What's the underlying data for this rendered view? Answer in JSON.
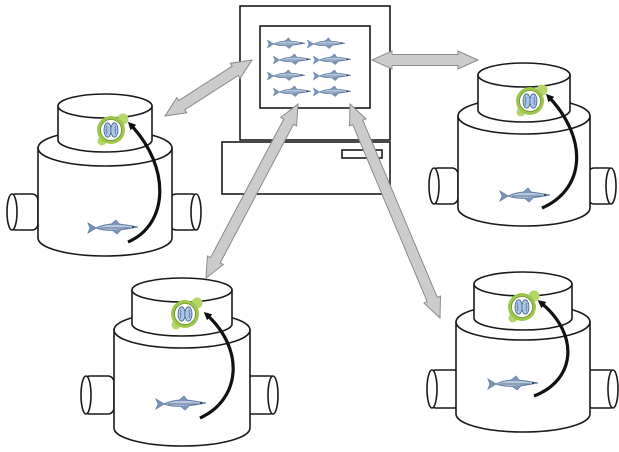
{
  "diagram": {
    "components": {
      "central_computer": {
        "icon": "computer-icon",
        "screen_icon": "fish-school-icon",
        "fish_count": 8
      },
      "devices": [
        {
          "id": "device-top-left",
          "icon": "scanner-device-icon",
          "badge_icon": "brain-icon",
          "specimen_icon": "fish-icon"
        },
        {
          "id": "device-top-right",
          "icon": "scanner-device-icon",
          "badge_icon": "brain-icon",
          "specimen_icon": "fish-icon"
        },
        {
          "id": "device-bottom-left",
          "icon": "scanner-device-icon",
          "badge_icon": "brain-icon",
          "specimen_icon": "fish-icon"
        },
        {
          "id": "device-bottom-right",
          "icon": "scanner-device-icon",
          "badge_icon": "brain-icon",
          "specimen_icon": "fish-icon"
        }
      ]
    },
    "connections": [
      {
        "from": "central_computer",
        "to": "device-top-left",
        "type": "bidirectional"
      },
      {
        "from": "central_computer",
        "to": "device-top-right",
        "type": "bidirectional"
      },
      {
        "from": "central_computer",
        "to": "device-bottom-left",
        "type": "bidirectional"
      },
      {
        "from": "central_computer",
        "to": "device-bottom-right",
        "type": "bidirectional"
      }
    ],
    "colors": {
      "arrow_fill": "#cccccc",
      "arrow_stroke": "#8a8a8a",
      "badge_green": "#9dc74a",
      "brain_blue": "#a9c6e6",
      "fish_blue": "#6f8fb5",
      "ink": "#1a1a1a"
    }
  }
}
